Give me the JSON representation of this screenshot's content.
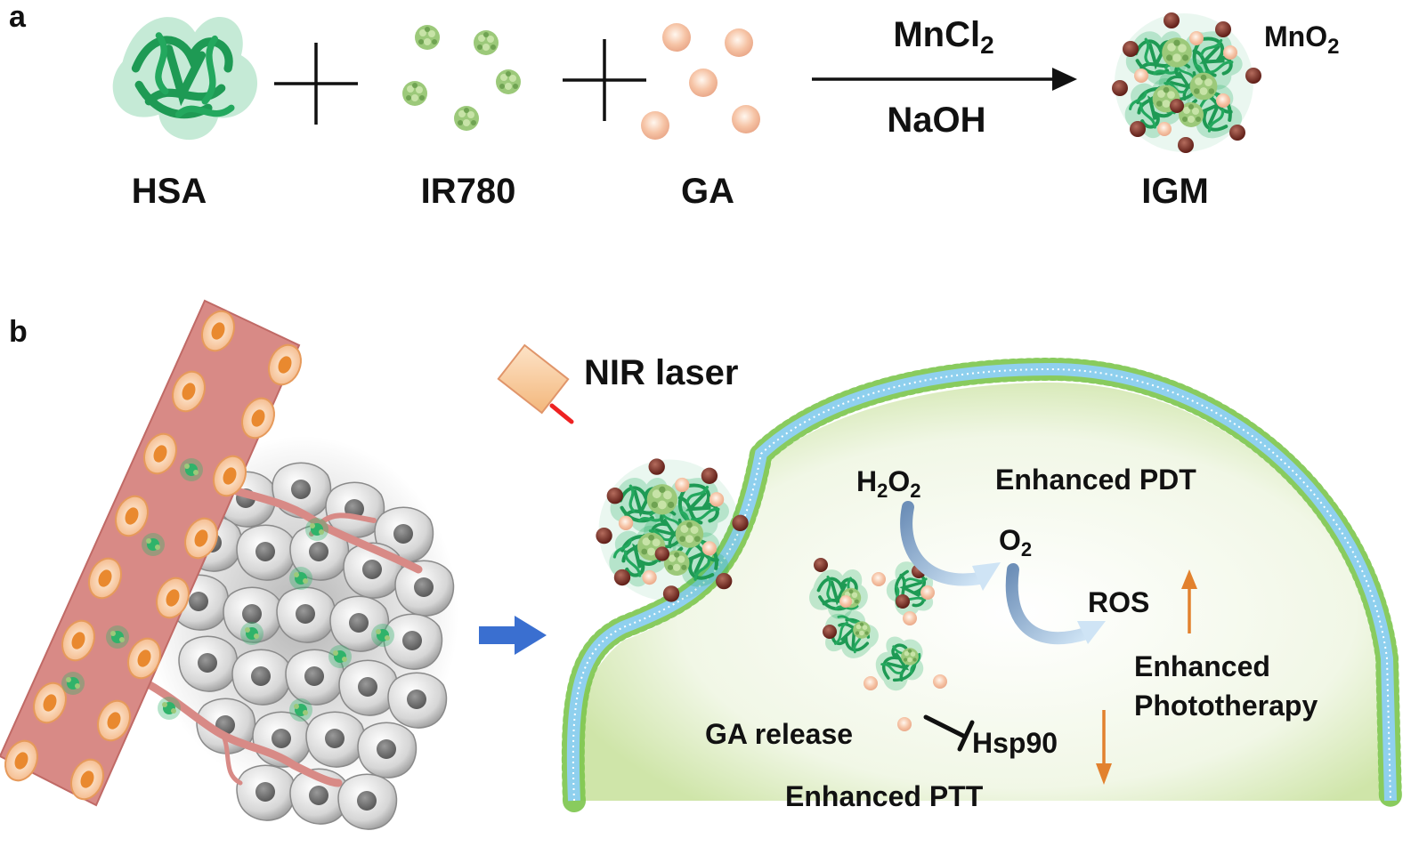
{
  "panel_a": {
    "panel_label": "a",
    "reactants": [
      {
        "label": "HSA",
        "icon": "hsa-protein-icon"
      },
      {
        "label": "IR780",
        "icon": "ir780-molecule-icon"
      },
      {
        "label": "GA",
        "icon": "ga-sphere-icon"
      }
    ],
    "arrow_top": {
      "text": "MnCl",
      "sub": "2"
    },
    "arrow_bottom": "NaOH",
    "product": {
      "label": "IGM",
      "mno2_text": "MnO",
      "mno2_sub": "2",
      "icon": "igm-nanoparticle-icon"
    }
  },
  "panel_b": {
    "panel_label": "b",
    "laser_label": "NIR laser",
    "h2o2": {
      "text1": "H",
      "sub1": "2",
      "text2": "O",
      "sub2": "2"
    },
    "o2": {
      "text": "O",
      "sub": "2"
    },
    "enhanced_pdt": "Enhanced PDT",
    "ros": "ROS",
    "phototherapy_line1": "Enhanced",
    "phototherapy_line2": "Phototherapy",
    "ga_release": "GA release",
    "hsp90": "Hsp90",
    "enhanced_ptt": "Enhanced PTT"
  },
  "colors": {
    "protein_green": "#2fb36a",
    "ir780_green": "#9cc97a",
    "ga_peach": "#f6c4a6",
    "mno2_brown": "#7a2c22",
    "vessel_pink": "#d88a86",
    "cell_orange": "#e9892f",
    "tumor_gray": "#b8b8b8",
    "membrane_blue": "#8fd0ee",
    "membrane_green": "#7cc54d",
    "process_arrow": "#3a6fd0",
    "trend_arrow": "#e2812e"
  }
}
